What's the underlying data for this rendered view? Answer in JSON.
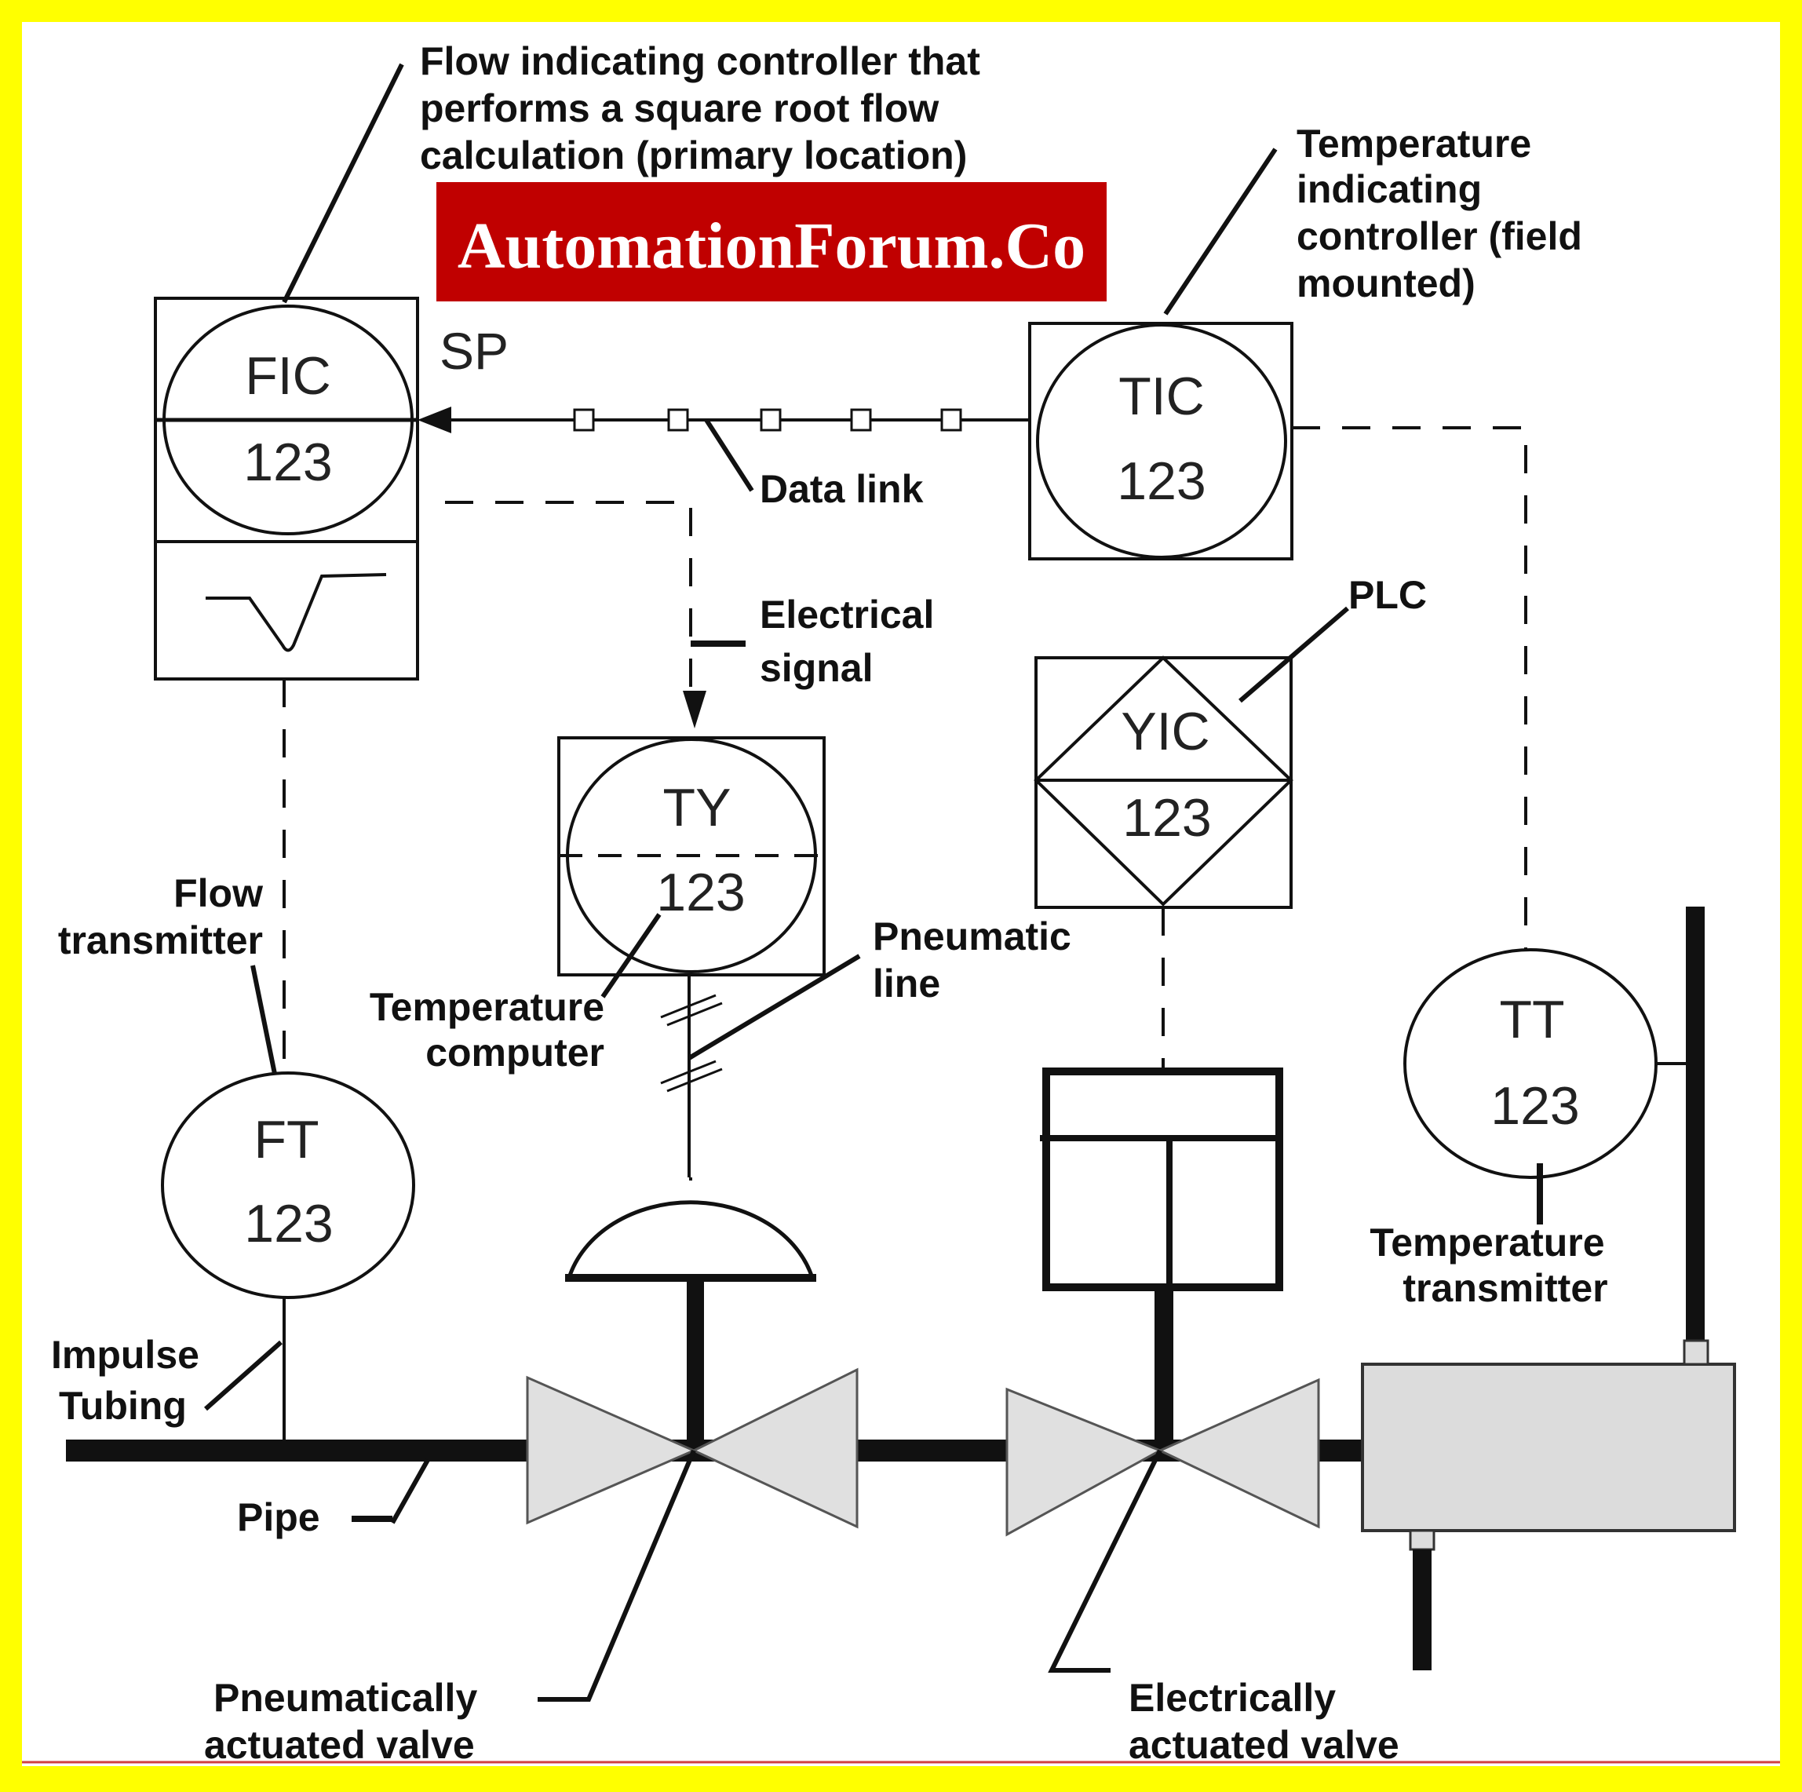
{
  "watermark": "AutomationForum.Co",
  "colors": {
    "frame": "#ffff00",
    "watermark_bg": "#c00000",
    "valve_fill": "#e0e0e0",
    "vessel_fill": "#dcdcdc"
  },
  "instruments": {
    "fic": {
      "letters": "FIC",
      "number": "123"
    },
    "tic": {
      "letters": "TIC",
      "number": "123"
    },
    "ty": {
      "letters": "TY",
      "number": "123"
    },
    "yic": {
      "letters": "YIC",
      "number": "123"
    },
    "ft": {
      "letters": "FT",
      "number": "123"
    },
    "tt": {
      "letters": "TT",
      "number": "123"
    }
  },
  "labels": {
    "fic_desc": [
      "Flow indicating controller that",
      "performs a square root flow",
      "calculation (primary location)"
    ],
    "tic_desc": [
      "Temperature",
      "indicating",
      "controller (field",
      "mounted)"
    ],
    "sp": "SP",
    "data_link": "Data link",
    "electrical_signal": [
      "Electrical",
      "signal"
    ],
    "plc": "PLC",
    "flow_transmitter": [
      "Flow",
      "transmitter"
    ],
    "temperature_computer": [
      "Temperature",
      "computer"
    ],
    "pneumatic_line": [
      "Pneumatic",
      "line"
    ],
    "temperature_transmitter": [
      "Temperature",
      "transmitter"
    ],
    "impulse_tubing": [
      "Impulse",
      "Tubing"
    ],
    "pipe": "Pipe",
    "pneumatic_valve": [
      "Pneumatically",
      "actuated valve"
    ],
    "electric_valve": [
      "Electrically",
      "actuated valve"
    ]
  }
}
